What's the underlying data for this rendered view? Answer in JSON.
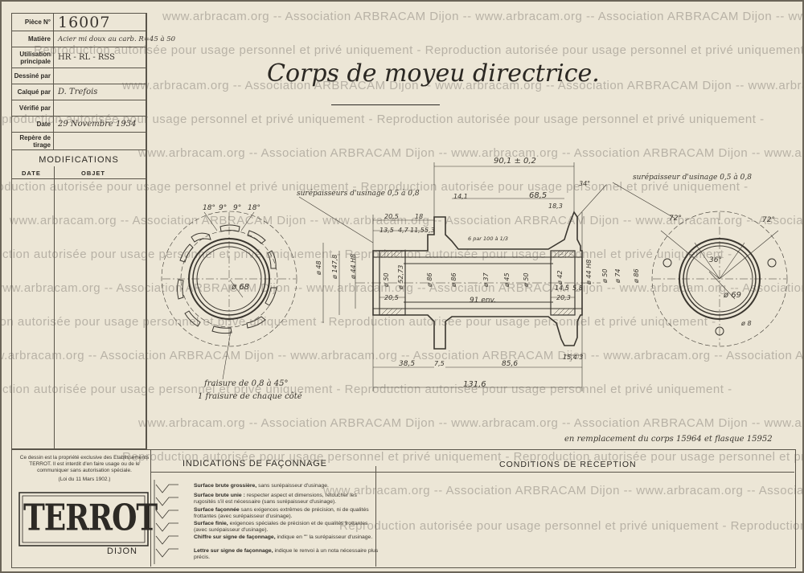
{
  "watermark": "www.arbracam.org -- Association ARBRACAM Dijon -- www.arbracam.org -- Association ARBRACAM Dijon -- www.arbracam.org -- Association ARBRACAM",
  "watermark_b": "Reproduction autorisée pour usage personnel et privé uniquement - Reproduction autorisée pour usage personnel et privé uniquement -",
  "title_block": {
    "piece_label": "Pièce N°",
    "piece_value": "16007",
    "matiere_label": "Matière",
    "matiere_value": "Acier mi doux au carb. R=45 à 50",
    "utilisation_label": "Utilisation principale",
    "utilisation_value": "HR - RL - RSS",
    "dessine_label": "Dessiné par",
    "dessine_value": "",
    "calque_label": "Calqué par",
    "calque_value": "D. Trefois",
    "verifie_label": "Vérifié par",
    "verifie_value": "",
    "date_label": "Date",
    "date_value": "29 Novembre 1934",
    "repere_label": "Repère de tirage",
    "repere_value": ""
  },
  "modifications": {
    "title": "MODIFICATIONS",
    "col_date": "DATE",
    "col_objet": "OBJET"
  },
  "drawing": {
    "title": "Corps de moyeu directrice.",
    "note_left": "surépaisseurs d'usinage 0,5 à 0,8",
    "note_right": "surépaisseur d'usinage 0,5 à 0,8",
    "note_chanfer_1": "fraisure de 0,8 à 45°",
    "note_chanfer_2": "1 fraisure de chaque côté",
    "note_replace": "en remplacement du corps 15964 et flasque 15952",
    "dims": {
      "d901": "90,1 ± 0,2",
      "d34": "34°",
      "d141": "14,1",
      "d685": "68,5",
      "d205": "20,5",
      "d18": "18",
      "d135": "13,5",
      "d7": "4,7",
      "d115": "11,5",
      "d53": "5,3",
      "d183": "18,3",
      "d6": "6 par 100 à 1/3",
      "d748": "ø 48",
      "d4178": "ø 147,8",
      "d44h8": "ø 44 H8",
      "d50": "ø 50",
      "d5273": "ø 52,73",
      "d86": "ø 86",
      "d37": "ø 37",
      "d45": "ø 45",
      "d50b": "ø 50",
      "d42": "ø 42",
      "d44h8b": "ø 44 H8",
      "d50c": "ø 50",
      "d74": "ø 74",
      "d86b": "ø 86",
      "d203": "20,3",
      "d145": "14,5",
      "d58": "5,8",
      "d91": "91 env.",
      "d385": "38,5",
      "d75": "7,5",
      "d856": "85,6",
      "d1316": "131,6",
      "d1543": "15,4 3",
      "d18a": "18°",
      "d9a": "9°",
      "d9b": "9°",
      "d18b": "18°",
      "d68": "ø 68",
      "d72a": "72°",
      "d72b": "72°",
      "d36": "36°",
      "d69": "ø 69",
      "d8": "ø 8"
    }
  },
  "legal_text": "Ce dessin est la propriété exclusive des Etablissements TERROT. Il est interdit d'en faire usage ou de le communiquer sans autorisation spéciale.",
  "legal_law": "(Loi du 11 Mars 1902.)",
  "logo": {
    "name": "TERROT",
    "city": "DIJON"
  },
  "indications": {
    "title": "INDICATIONS DE FAÇONNAGE",
    "items": [
      {
        "bold": "Surface brute grossière,",
        "text": " sans surépaisseur d'usinage."
      },
      {
        "bold": "Surface brute unie :",
        "text": " respecter aspect et dimensions, retoucher les rugosités s'il est nécessaire (sans surépaisseur d'usinage)."
      },
      {
        "bold": "Surface façonnée",
        "text": " sans exigences extrêmes de précision, ni de qualités frottantes (avec surépaisseur d'usinage)."
      },
      {
        "bold": "Surface finie,",
        "text": " exigences spéciales de précision et de qualités frottantes (avec surépaisseur d'usinage)."
      },
      {
        "bold": "Chiffre sur signe de façonnage,",
        "text": " indique en \"\" la surépaisseur d'usinage."
      },
      {
        "bold": "Lettre sur signe de façonnage,",
        "text": " indique le renvoi à un nota nécessaire plus précis."
      }
    ]
  },
  "conditions": {
    "title": "CONDITIONS DE RÉCEPTION"
  }
}
